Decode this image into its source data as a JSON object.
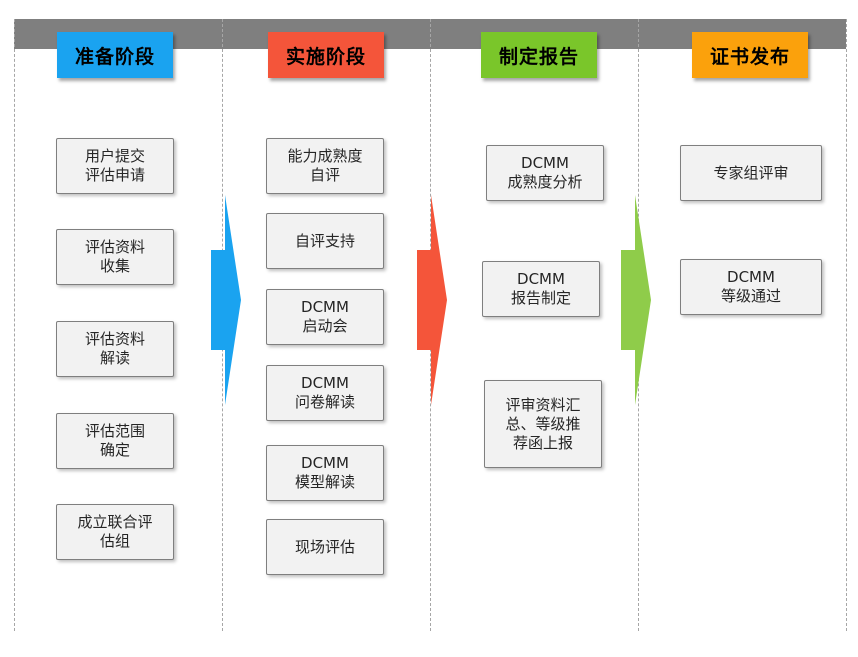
{
  "colors": {
    "top_bar": "#7f7f7f",
    "divider": "#a6a6a6",
    "box_fill": "#f2f2f2",
    "box_border": "#7f7f7f"
  },
  "stages": [
    {
      "title": "准备阶段",
      "color": "#1aa3f0",
      "steps": [
        "用户提交\n评估申请",
        "评估资料\n收集",
        "评估资料\n解读",
        "评估范围\n确定",
        "成立联合评\n估组"
      ]
    },
    {
      "title": "实施阶段",
      "color": "#f4553a",
      "steps": [
        "能力成熟度\n自评",
        "自评支持",
        "DCMM\n启动会",
        "DCMM\n问卷解读",
        "DCMM\n模型解读",
        "现场评估"
      ]
    },
    {
      "title": "制定报告",
      "color": "#7ac62a",
      "steps": [
        "DCMM\n成熟度分析",
        "DCMM\n报告制定",
        "评审资料汇\n总、等级推\n荐函上报"
      ]
    },
    {
      "title": "证书发布",
      "color": "#fba10c",
      "steps": [
        "专家组评审",
        "DCMM\n等级通过"
      ]
    }
  ],
  "arrows": [
    {
      "from": "准备阶段",
      "to": "实施阶段",
      "color": "#1aa3f0"
    },
    {
      "from": "实施阶段",
      "to": "制定报告",
      "color": "#f4553a"
    },
    {
      "from": "制定报告",
      "to": "证书发布",
      "color": "#8fcc4a"
    }
  ]
}
